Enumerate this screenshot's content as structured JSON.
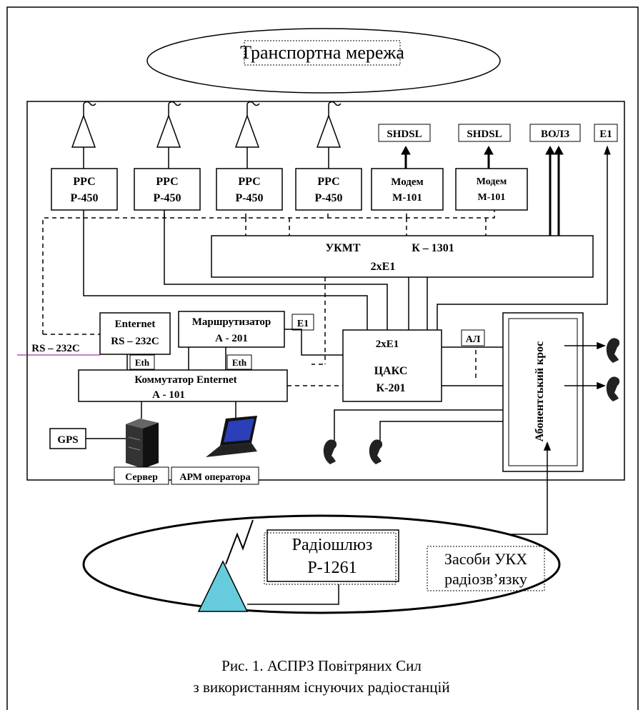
{
  "clouds": {
    "transport": "Транспортна мережа",
    "vhf_title_1": "Засоби УКХ",
    "vhf_title_2": "радіозв’язку"
  },
  "rrs": [
    {
      "line1": "РРС",
      "line2": "Р-450"
    },
    {
      "line1": "РРС",
      "line2": "Р-450"
    },
    {
      "line1": "РРС",
      "line2": "Р-450"
    },
    {
      "line1": "РРС",
      "line2": "Р-450"
    }
  ],
  "modems": [
    {
      "line1": "Модем",
      "line2": "М-101",
      "output": "SHDSL"
    },
    {
      "line1": "Модем",
      "line2": "М-101",
      "output": "SHDSL"
    }
  ],
  "top_outputs": {
    "volz": "ВОЛЗ",
    "e1": "Е1"
  },
  "ukmt": {
    "name": "УКМТ",
    "model": "К – 1301",
    "ports": "2хЕ1"
  },
  "enternet": {
    "line1": "Enternet",
    "line2": "RS – 232C"
  },
  "rs232_label": "RS – 232C",
  "router": {
    "line1": "Маршрутизатор",
    "line2": "А - 201",
    "e1": "Е1"
  },
  "eth_labels": [
    "Eth",
    "Eth"
  ],
  "switch": {
    "line1": "Коммутатор Enternet",
    "line2": "А - 101"
  },
  "caks": {
    "ports": "2хЕ1",
    "name": "ЦАКС",
    "model": "К-201"
  },
  "al_label": "АЛ",
  "subscriber_cross": "Абонентський крос",
  "gps": "GPS",
  "server": "Сервер",
  "arm": "АРМ оператора",
  "radio_gateway": {
    "line1": "Радіошлюз",
    "line2": "Р-1261"
  },
  "caption": {
    "line1": "Рис. 1. АСПРЗ Повітряних Сил",
    "line2": "з використанням існуючих радіостанцій"
  }
}
